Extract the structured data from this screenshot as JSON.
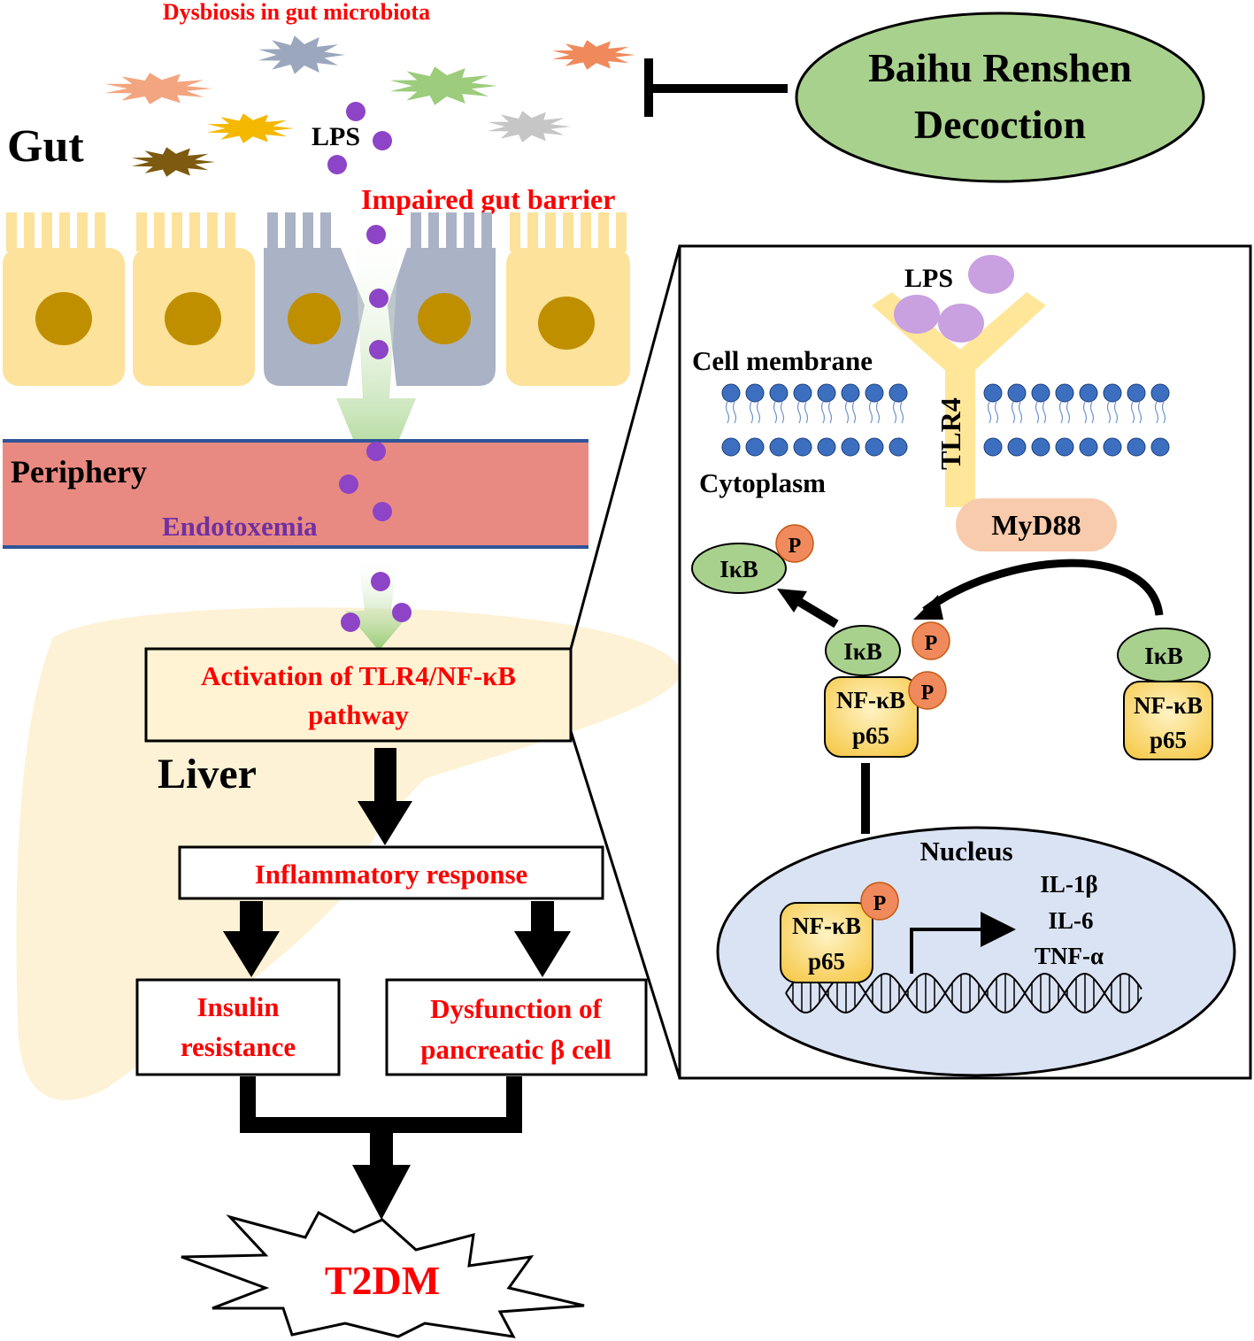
{
  "gut": {
    "title": "Gut",
    "dysbiosis_label": "Dysbiosis in gut microbiota",
    "lps_label": "LPS",
    "barrier_label": "Impaired gut barrier",
    "bacteria_colors": [
      "#f3a57f",
      "#9aa7bd",
      "#9dcc7c",
      "#f08a5d",
      "#f5b800",
      "#c6c6c6",
      "#7d5a0f"
    ]
  },
  "treatment": {
    "line1": "Baihu Renshen",
    "line2": "Decoction",
    "color": "#a9d18e"
  },
  "periphery": {
    "label": "Periphery",
    "sublabel": "Endotoxemia",
    "color": "#e98a82"
  },
  "liver": {
    "label": "Liver",
    "activation_line1": "Activation of TLR4/NF-κB",
    "activation_line2": "pathway",
    "inflammatory": "Inflammatory response",
    "insulin_line1": "Insulin",
    "insulin_line2": "resistance",
    "dysfunction_line1": "Dysfunction of",
    "dysfunction_line2": "pancreatic β cell",
    "outcome": "T2DM"
  },
  "pathway": {
    "lps": "LPS",
    "membrane": "Cell membrane",
    "tlr4": "TLR4",
    "cytoplasm": "Cytoplasm",
    "myd88": "MyD88",
    "ikb": "IκB",
    "p": "P",
    "nfkb": "NF-κB",
    "p65": "p65",
    "nucleus": "Nucleus",
    "cytokines": [
      "IL-1β",
      "IL-6",
      "TNF-α"
    ]
  },
  "colors": {
    "red_text": "#ff0000",
    "purple": "#8e44c6",
    "cell_yellow": "#fce29a",
    "cell_grey": "#aab2c5",
    "nucleus_brown": "#bf8f00",
    "phospholipid": "#3c6fc0",
    "ikb_green": "#a9d18e",
    "p_orange": "#f08a5d",
    "nfkb_yellow": "#ffe08a",
    "nucleus_blue": "#dae3f3"
  }
}
